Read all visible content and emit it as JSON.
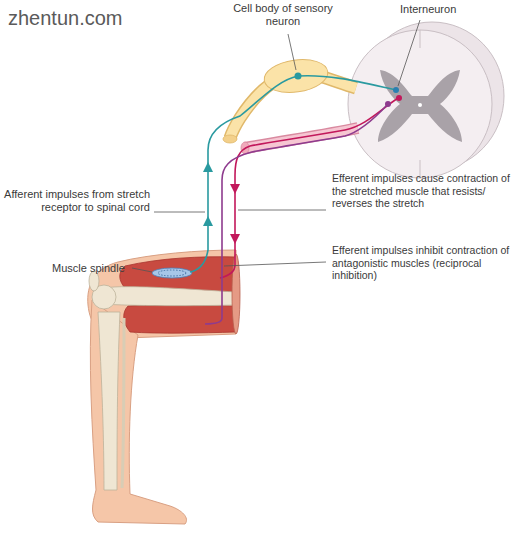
{
  "diagram": {
    "labels": [
      "zhentun.com",
      "Cell body of sensory neuron",
      "Interneuron",
      "Afferent impulses from stretch receptor to spinal cord",
      "Efferent impulses cause contraction of the stretched muscle that resists/ reverses the stretch",
      "Muscle spindle",
      "Efferent impulses inhibit contraction of antagonistic muscles (reciprocal inhibition)"
    ]
  }
}
